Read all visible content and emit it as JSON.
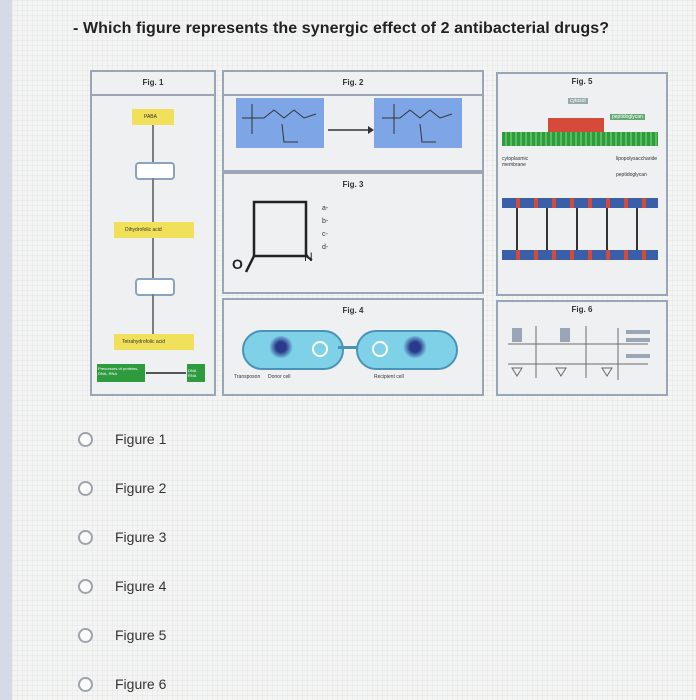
{
  "question": "- Which figure represents the synergic effect of 2 antibacterial drugs?",
  "figure": {
    "panel_titles": {
      "fig1": "Fig. 1",
      "fig2": "Fig. 2",
      "fig3": "Fig. 3",
      "fig4": "Fig. 4",
      "fig5": "Fig. 5",
      "fig6": "Fig. 6"
    },
    "fig1_labels": {
      "top": "PABA",
      "mid": "Dihydrofolic acid",
      "bottom": "Tetrahydrofolic acid",
      "footer_left": "Precursors of proteins, DNA, RNA",
      "footer_right": "DNA RNA"
    },
    "fig3_labels": {
      "n": "N",
      "o": "O",
      "list": [
        "a-",
        "b-",
        "c-",
        "d-"
      ]
    },
    "fig4_labels": {
      "left": "Transposon",
      "mid": "Donor cell",
      "right": "Recipient cell"
    },
    "fig5_labels": {
      "top": "cytosol",
      "right_top": "peptidoglycan",
      "left": "cytoplasmic membrane",
      "right_mid": "peptidoglycan",
      "right_lower": "lipopolysaccharide"
    }
  },
  "options": [
    {
      "label": "Figure 1"
    },
    {
      "label": "Figure 2"
    },
    {
      "label": "Figure 3"
    },
    {
      "label": "Figure 4"
    },
    {
      "label": "Figure 5"
    },
    {
      "label": "Figure 6"
    }
  ],
  "colors": {
    "panel_border": "#9aa6b5",
    "yellow": "#f1e15a",
    "blue_band": "#7ea6e6",
    "green": "#2f9b3f",
    "red": "#d64a3a",
    "cyan": "#7fd1e8"
  }
}
